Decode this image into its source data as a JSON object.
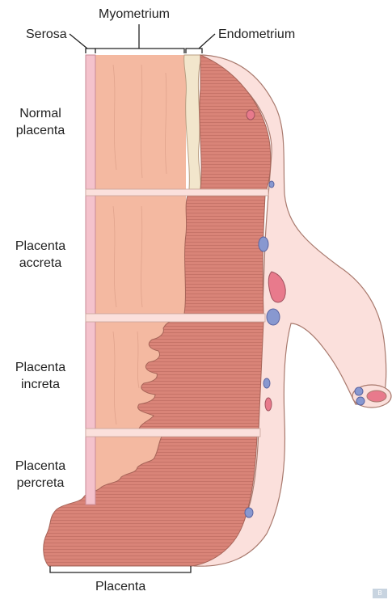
{
  "labels": {
    "myometrium": "Myometrium",
    "serosa": "Serosa",
    "endometrium": "Endometrium",
    "placenta": "Placenta"
  },
  "rows": [
    {
      "line1": "Normal",
      "line2": "placenta"
    },
    {
      "line1": "Placenta",
      "line2": "accreta"
    },
    {
      "line1": "Placenta",
      "line2": "increta"
    },
    {
      "line1": "Placenta",
      "line2": "percreta"
    }
  ],
  "watermark": "B"
}
